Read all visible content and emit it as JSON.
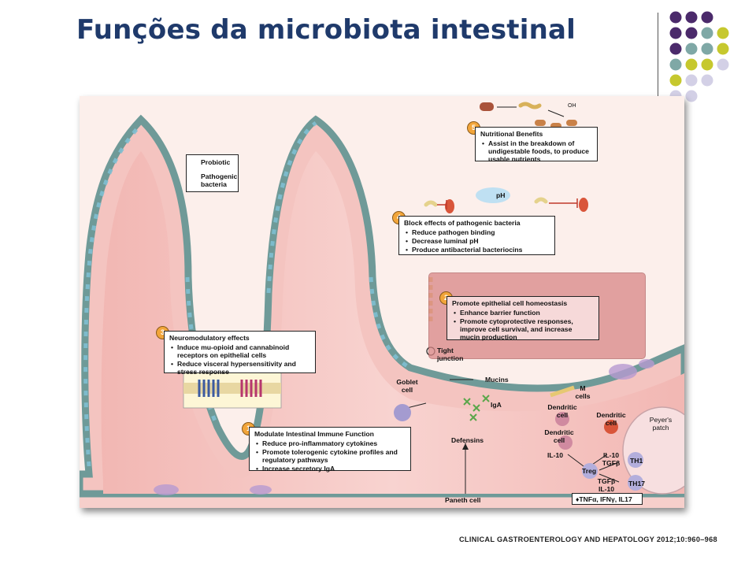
{
  "slide": {
    "title": "Funções da microbiota intestinal",
    "citation": "CLINICAL GASTROENTEROLOGY AND HEPATOLOGY 2012;10:960–968"
  },
  "colors": {
    "title": "#1f3a6b",
    "dot_purple": "#4b2a6b",
    "dot_teal": "#7fa8a6",
    "dot_yellow": "#c6c82e",
    "dot_lavender": "#d3d0e6"
  },
  "legend": {
    "probiotic": "Probiotic",
    "pathogenic": "Pathogenic bacteria"
  },
  "box5": {
    "number": "5",
    "title": "Nutritional Benefits",
    "items": [
      "Assist in the breakdown of undigestable foods, to produce usable nutrients"
    ]
  },
  "box4": {
    "number": "4",
    "title": "Block effects of pathogenic bacteria",
    "items": [
      "Reduce pathogen binding",
      "Decrease luminal pH",
      "Produce antibacterial bacteriocins"
    ]
  },
  "box2": {
    "number": "2",
    "title": "Promote epithelial cell homeostasis",
    "items": [
      "Enhance barrier function",
      "Promote cytoprotective responses, improve cell survival, and increase mucin production"
    ]
  },
  "box3": {
    "number": "3",
    "title": "Neuromodulatory effects",
    "items": [
      "Induce mu-opioid and cannabinoid receptors on epithelial cells",
      "Reduce visceral hypersensitivity and stress response"
    ]
  },
  "box1": {
    "number": "1",
    "title": "Modulate Intestinal Immune Function",
    "items": [
      "Reduce pro-inflammatory cytokines",
      "Promote tolerogenic cytokine profiles and regulatory pathways",
      "Increase secretory IgA"
    ]
  },
  "labels": {
    "ph": "pH",
    "tight_junction": "Tight junction",
    "goblet_cell": "Goblet cell",
    "mucins": "Mucins",
    "iga": "IgA",
    "defensins": "Defensins",
    "paneth_cell": "Paneth cell",
    "m_cells": "M cells",
    "dendritic_cell_1": "Dendritic cell",
    "dendritic_cell_2": "Dendritic cell",
    "dendritic_cell_3": "Dendritic cell",
    "peyers_patch": "Peyer's patch",
    "il10_left": "IL-10",
    "il10_tgf": "IL-10 TGFβ",
    "treg": "Treg",
    "th1": "TH1",
    "th17": "TH17",
    "tgf_il10": "TGFβ IL-10",
    "cytokine_box": "♦TNFα, IFNγ, IL17",
    "oh": "OH"
  }
}
